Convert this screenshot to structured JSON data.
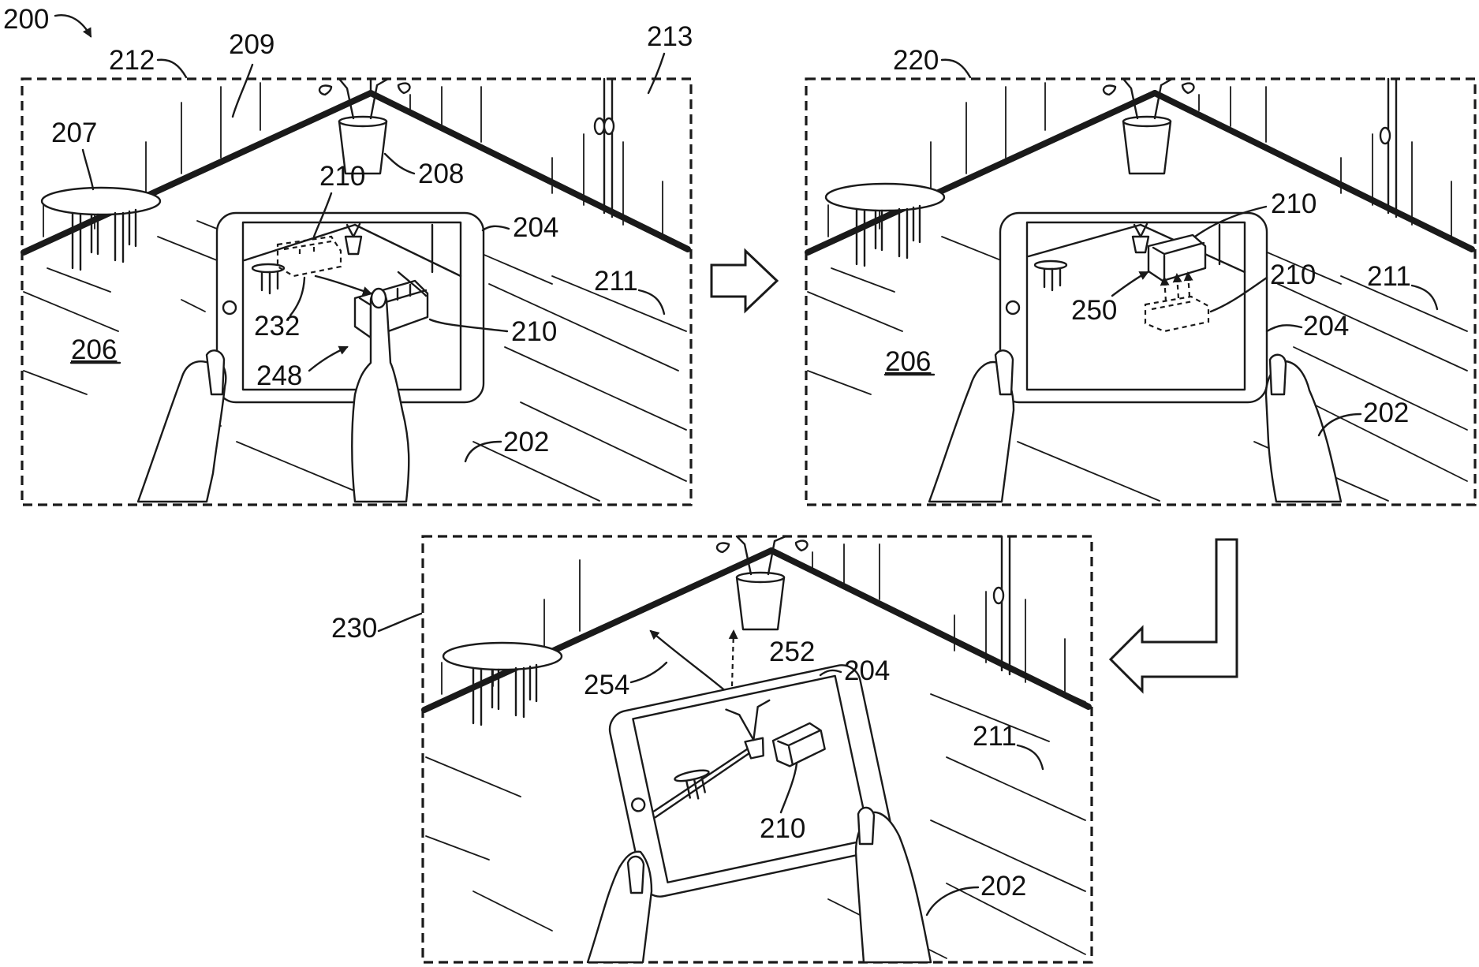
{
  "figure": {
    "label": "200",
    "panels": [
      {
        "id": "panel-212",
        "frame_label": "212",
        "labels": {
          "wall_left": "209",
          "door": "213",
          "table": "207",
          "plant": "208",
          "room": "206",
          "device": "204",
          "floor": "211",
          "user": "202",
          "virtual_object": "210",
          "drag_start": "232",
          "drag_path": "248",
          "virtual_object_on_screen": "210"
        }
      },
      {
        "id": "panel-220",
        "frame_label": "220",
        "labels": {
          "virtual_object_top": "210",
          "virtual_object_ghost": "210",
          "lift_motion": "250",
          "floor": "211",
          "device": "204",
          "room": "206",
          "user": "202"
        }
      },
      {
        "id": "panel-230",
        "frame_label": "230",
        "labels": {
          "tilt_motion": "252",
          "pan_motion": "254",
          "device": "204",
          "floor": "211",
          "virtual_object": "210",
          "user": "202"
        }
      }
    ]
  }
}
